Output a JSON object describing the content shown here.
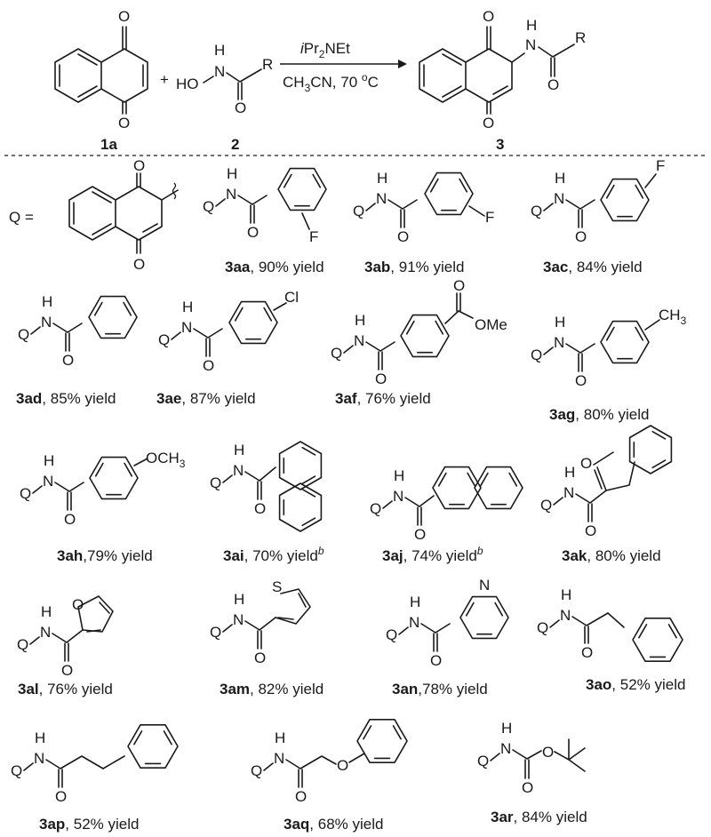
{
  "reaction": {
    "reactant1_label": "1a",
    "reactant2_label": "2",
    "product_label": "3",
    "plus": "+",
    "reagent_prefix": "i",
    "reagent_main": "Pr",
    "reagent_sub": "2",
    "reagent_rest": "NEt",
    "solvent_main": "CH",
    "solvent_sub": "3",
    "solvent_rest": "CN, 70 ",
    "temp_deg": "o",
    "temp_unit": "C",
    "atom_O": "O",
    "atom_H": "H",
    "atom_N": "N",
    "atom_R": "R",
    "atom_HO": "HO"
  },
  "q_definition": {
    "text": "Q ="
  },
  "atoms": {
    "Q": "Q",
    "N": "N",
    "H": "H",
    "O": "O",
    "F": "F",
    "Cl": "Cl",
    "OMe": "OMe",
    "CH": "CH",
    "CH_sub": "3",
    "OCH": "OCH",
    "S": "S"
  },
  "compounds": [
    {
      "id": "3aa",
      "yield": ", 90% yield",
      "note": ""
    },
    {
      "id": "3ab",
      "yield": ", 91% yield",
      "note": ""
    },
    {
      "id": "3ac",
      "yield": ", 84% yield",
      "note": ""
    },
    {
      "id": "3ad",
      "yield": ", 85% yield",
      "note": ""
    },
    {
      "id": "3ae",
      "yield": ", 87% yield",
      "note": ""
    },
    {
      "id": "3af",
      "yield": ", 76% yield",
      "note": ""
    },
    {
      "id": "3ag",
      "yield": ", 80% yield",
      "note": ""
    },
    {
      "id": "3ah",
      "yield": ",79% yield",
      "note": ""
    },
    {
      "id": "3ai",
      "yield": ", 70% yield",
      "note": "b"
    },
    {
      "id": "3aj",
      "yield": ", 74% yield",
      "note": "b"
    },
    {
      "id": "3ak",
      "yield": ", 80% yield",
      "note": ""
    },
    {
      "id": "3al",
      "yield": ", 76% yield",
      "note": ""
    },
    {
      "id": "3am",
      "yield": ", 82% yield",
      "note": ""
    },
    {
      "id": "3an",
      "yield": ",78% yield",
      "note": ""
    },
    {
      "id": "3ao",
      "yield": ", 52% yield",
      "note": ""
    },
    {
      "id": "3ap",
      "yield": ", 52% yield",
      "note": ""
    },
    {
      "id": "3aq",
      "yield": ", 68% yield",
      "note": ""
    },
    {
      "id": "3ar",
      "yield": ", 84% yield",
      "note": ""
    }
  ]
}
